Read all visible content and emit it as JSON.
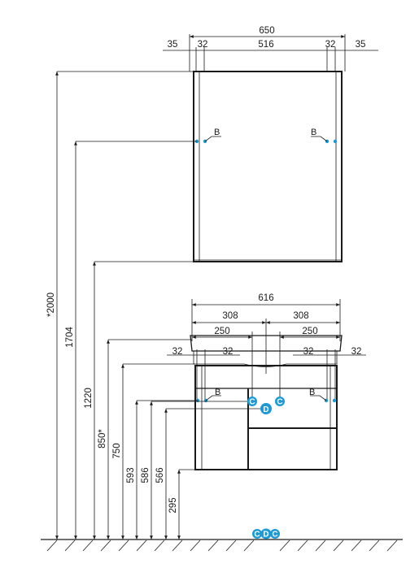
{
  "colors": {
    "line": "#1a1a1a",
    "connector": "#1b9ad6"
  },
  "mirror": {
    "top_overall": "650",
    "top_left_margin": "35",
    "top_left_inset": "32",
    "top_middle": "516",
    "top_right_inset": "32",
    "top_right_margin": "35",
    "left_point_label": "B",
    "right_point_label": "B"
  },
  "vanity": {
    "overall_width": "616",
    "left_half": "308",
    "right_half": "308",
    "left_offset": "250",
    "right_offset": "250",
    "left_outer": "32",
    "left_inner": "32",
    "right_inner": "32",
    "right_outer": "32",
    "left_point_label": "B",
    "right_point_label": "B",
    "marker_c_left": "C",
    "marker_d": "D",
    "marker_c_right": "C"
  },
  "heights": {
    "h2000": "*2000",
    "h1704": "1704",
    "h1220": "1220",
    "h850": "850*",
    "h750": "750",
    "h593": "593",
    "h586": "586",
    "h566": "566",
    "h295": "295"
  },
  "floor_markers": {
    "c1": "C",
    "d": "D",
    "c2": "C"
  }
}
